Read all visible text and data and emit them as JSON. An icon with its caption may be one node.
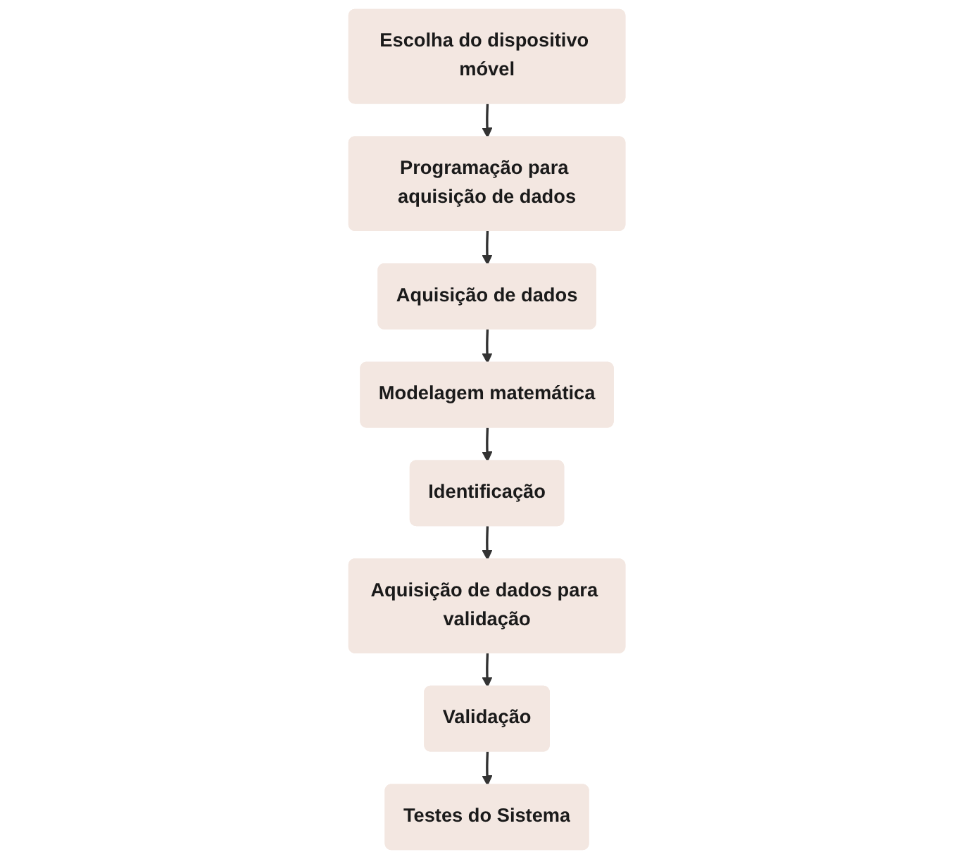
{
  "diagram": {
    "nodes": [
      {
        "text": [
          "Escolha do dispositivo móvel"
        ]
      },
      {
        "text": [
          "Programação para aquisição de dados"
        ]
      },
      {
        "text": [
          "Aquisição de dados"
        ]
      },
      {
        "text": [
          "Modelagem matemática"
        ]
      },
      {
        "text": [
          "Identificação"
        ]
      },
      {
        "text": [
          "Aquisição de dados para validação"
        ]
      },
      {
        "text": [
          "Validação"
        ]
      },
      {
        "text": [
          "Testes do Sistema"
        ]
      }
    ],
    "edges": [
      {
        "from": 0,
        "to": 1,
        "arrow": "to"
      },
      {
        "from": 1,
        "to": 2,
        "arrow": "to"
      },
      {
        "from": 2,
        "to": 3,
        "arrow": "to"
      },
      {
        "from": 3,
        "to": 4,
        "arrow": "to"
      },
      {
        "from": 4,
        "to": 5,
        "arrow": "to"
      },
      {
        "from": 5,
        "to": 6,
        "arrow": "to"
      },
      {
        "from": 6,
        "to": 7,
        "arrow": "to"
      }
    ]
  }
}
